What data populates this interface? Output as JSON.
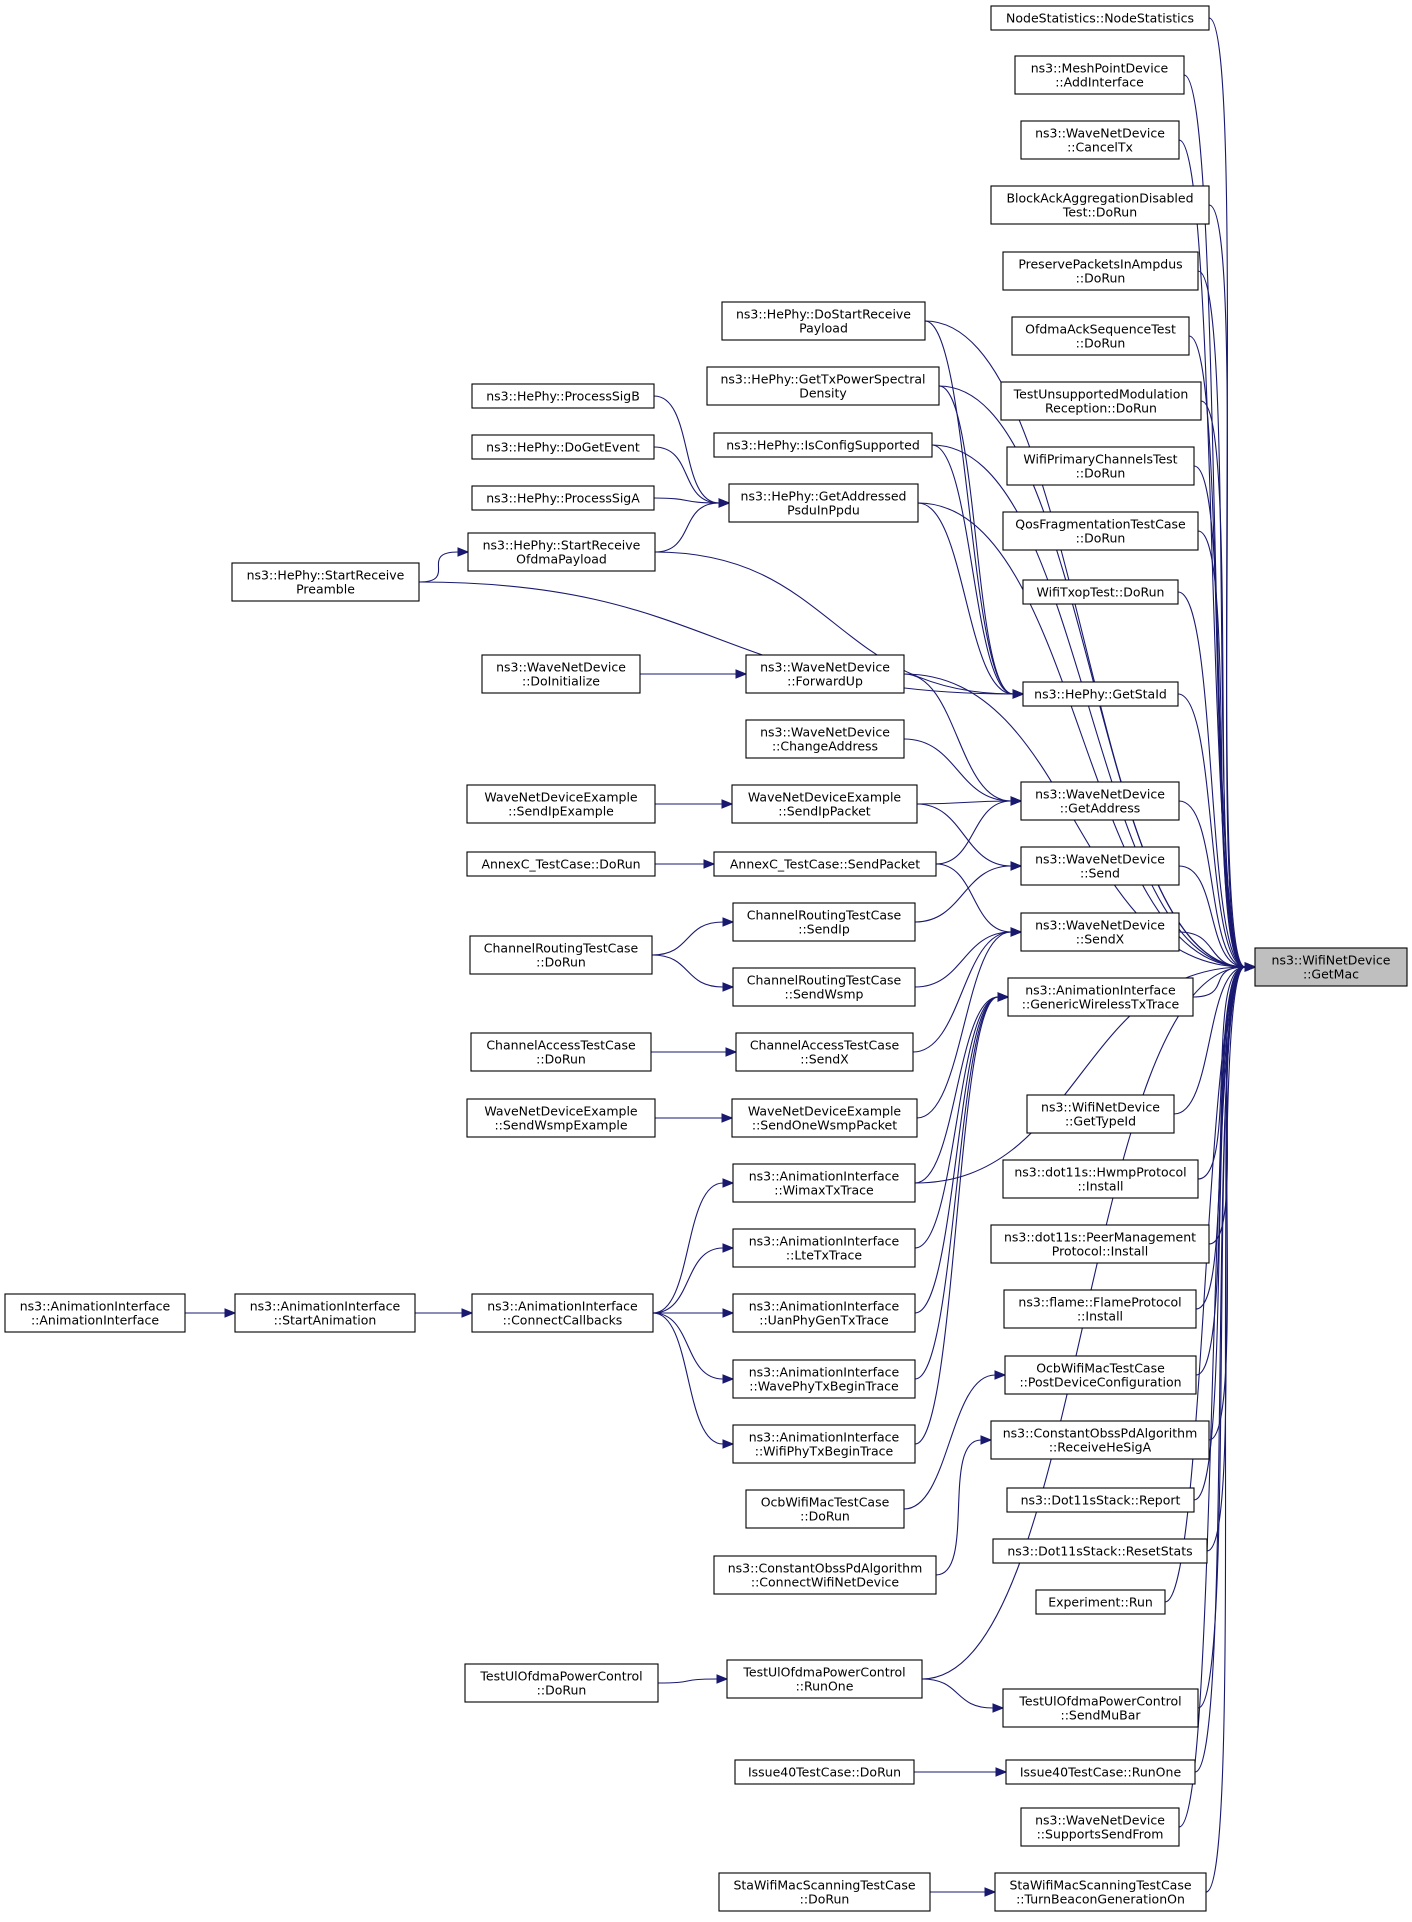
{
  "target": {
    "id": "target",
    "lines": [
      "ns3::WifiNetDevice",
      "::GetMac"
    ]
  },
  "nodes": [
    {
      "id": "node-statistics",
      "lines": [
        "NodeStatistics::NodeStatistics"
      ]
    },
    {
      "id": "mesh-add-interface",
      "lines": [
        "ns3::MeshPointDevice",
        "::AddInterface"
      ]
    },
    {
      "id": "wave-cancel-tx",
      "lines": [
        "ns3::WaveNetDevice",
        "::CancelTx"
      ]
    },
    {
      "id": "block-ack-agg",
      "lines": [
        "BlockAckAggregationDisabled",
        "Test::DoRun"
      ]
    },
    {
      "id": "preserve-packets",
      "lines": [
        "PreservePacketsInAmpdus",
        "::DoRun"
      ]
    },
    {
      "id": "ofdma-ack-seq",
      "lines": [
        "OfdmaAckSequenceTest",
        "::DoRun"
      ]
    },
    {
      "id": "test-unsupported-mod",
      "lines": [
        "TestUnsupportedModulation",
        "Reception::DoRun"
      ]
    },
    {
      "id": "wifi-primary-channels",
      "lines": [
        "WifiPrimaryChannelsTest",
        "::DoRun"
      ]
    },
    {
      "id": "qos-fragmentation",
      "lines": [
        "QosFragmentationTestCase",
        "::DoRun"
      ]
    },
    {
      "id": "wifi-txop-test",
      "lines": [
        "WifiTxopTest::DoRun"
      ]
    },
    {
      "id": "hephy-get-sta-id",
      "lines": [
        "ns3::HePhy::GetStaId"
      ]
    },
    {
      "id": "wave-get-address",
      "lines": [
        "ns3::WaveNetDevice",
        "::GetAddress"
      ]
    },
    {
      "id": "wave-send",
      "lines": [
        "ns3::WaveNetDevice",
        "::Send"
      ]
    },
    {
      "id": "wave-sendx",
      "lines": [
        "ns3::WaveNetDevice",
        "::SendX"
      ]
    },
    {
      "id": "anim-generic-wireless",
      "lines": [
        "ns3::AnimationInterface",
        "::GenericWirelessTxTrace"
      ]
    },
    {
      "id": "wifi-get-type-id",
      "lines": [
        "ns3::WifiNetDevice",
        "::GetTypeId"
      ]
    },
    {
      "id": "hwmp-install",
      "lines": [
        "ns3::dot11s::HwmpProtocol",
        "::Install"
      ]
    },
    {
      "id": "peer-mgmt-install",
      "lines": [
        "ns3::dot11s::PeerManagement",
        "Protocol::Install"
      ]
    },
    {
      "id": "flame-install",
      "lines": [
        "ns3::flame::FlameProtocol",
        "::Install"
      ]
    },
    {
      "id": "ocb-post-device-config",
      "lines": [
        "OcbWifiMacTestCase",
        "::PostDeviceConfiguration"
      ]
    },
    {
      "id": "constant-obss-receive",
      "lines": [
        "ns3::ConstantObssPdAlgorithm",
        "::ReceiveHeSigA"
      ]
    },
    {
      "id": "dot11s-report",
      "lines": [
        "ns3::Dot11sStack::Report"
      ]
    },
    {
      "id": "dot11s-reset-stats",
      "lines": [
        "ns3::Dot11sStack::ResetStats"
      ]
    },
    {
      "id": "experiment-run",
      "lines": [
        "Experiment::Run"
      ]
    },
    {
      "id": "ul-ofdma-send-mu-bar",
      "lines": [
        "TestUlOfdmaPowerControl",
        "::SendMuBar"
      ]
    },
    {
      "id": "issue40-run-one",
      "lines": [
        "Issue40TestCase::RunOne"
      ]
    },
    {
      "id": "wave-supports-send-from",
      "lines": [
        "ns3::WaveNetDevice",
        "::SupportsSendFrom"
      ]
    },
    {
      "id": "sta-turn-beacon",
      "lines": [
        "StaWifiMacScanningTestCase",
        "::TurnBeaconGenerationOn"
      ]
    },
    {
      "id": "hephy-do-start-receive",
      "lines": [
        "ns3::HePhy::DoStartReceive",
        "Payload"
      ]
    },
    {
      "id": "hephy-get-tx-power",
      "lines": [
        "ns3::HePhy::GetTxPowerSpectral",
        "Density"
      ]
    },
    {
      "id": "hephy-is-config",
      "lines": [
        "ns3::HePhy::IsConfigSupported"
      ]
    },
    {
      "id": "hephy-get-addressed",
      "lines": [
        "ns3::HePhy::GetAddressed",
        "PsduInPpdu"
      ]
    },
    {
      "id": "wave-forward-up",
      "lines": [
        "ns3::WaveNetDevice",
        "::ForwardUp"
      ]
    },
    {
      "id": "wave-change-address",
      "lines": [
        "ns3::WaveNetDevice",
        "::ChangeAddress"
      ]
    },
    {
      "id": "wave-example-send-ip-packet",
      "lines": [
        "WaveNetDeviceExample",
        "::SendIpPacket"
      ]
    },
    {
      "id": "annexc-send-packet",
      "lines": [
        "AnnexC_TestCase::SendPacket"
      ]
    },
    {
      "id": "channel-routing-send-ip",
      "lines": [
        "ChannelRoutingTestCase",
        "::SendIp"
      ]
    },
    {
      "id": "channel-routing-send-wsmp",
      "lines": [
        "ChannelRoutingTestCase",
        "::SendWsmp"
      ]
    },
    {
      "id": "channel-access-sendx",
      "lines": [
        "ChannelAccessTestCase",
        "::SendX"
      ]
    },
    {
      "id": "wave-example-send-one-wsmp",
      "lines": [
        "WaveNetDeviceExample",
        "::SendOneWsmpPacket"
      ]
    },
    {
      "id": "anim-wimax-tx",
      "lines": [
        "ns3::AnimationInterface",
        "::WimaxTxTrace"
      ]
    },
    {
      "id": "anim-lte-tx",
      "lines": [
        "ns3::AnimationInterface",
        "::LteTxTrace"
      ]
    },
    {
      "id": "anim-uan-phy",
      "lines": [
        "ns3::AnimationInterface",
        "::UanPhyGenTxTrace"
      ]
    },
    {
      "id": "anim-wave-phy",
      "lines": [
        "ns3::AnimationInterface",
        "::WavePhyTxBeginTrace"
      ]
    },
    {
      "id": "anim-wifi-phy",
      "lines": [
        "ns3::AnimationInterface",
        "::WifiPhyTxBeginTrace"
      ]
    },
    {
      "id": "ocb-do-run",
      "lines": [
        "OcbWifiMacTestCase",
        "::DoRun"
      ]
    },
    {
      "id": "constant-obss-connect",
      "lines": [
        "ns3::ConstantObssPdAlgorithm",
        "::ConnectWifiNetDevice"
      ]
    },
    {
      "id": "ul-ofdma-run-one",
      "lines": [
        "TestUlOfdmaPowerControl",
        "::RunOne"
      ]
    },
    {
      "id": "issue40-do-run",
      "lines": [
        "Issue40TestCase::DoRun"
      ]
    },
    {
      "id": "sta-do-run",
      "lines": [
        "StaWifiMacScanningTestCase",
        "::DoRun"
      ]
    },
    {
      "id": "hephy-process-sig-b",
      "lines": [
        "ns3::HePhy::ProcessSigB"
      ]
    },
    {
      "id": "hephy-do-get-event",
      "lines": [
        "ns3::HePhy::DoGetEvent"
      ]
    },
    {
      "id": "hephy-process-sig-a",
      "lines": [
        "ns3::HePhy::ProcessSigA"
      ]
    },
    {
      "id": "hephy-start-receive-ofdma",
      "lines": [
        "ns3::HePhy::StartReceive",
        "OfdmaPayload"
      ]
    },
    {
      "id": "wave-do-initialize",
      "lines": [
        "ns3::WaveNetDevice",
        "::DoInitialize"
      ]
    },
    {
      "id": "wave-example-send-ip-example",
      "lines": [
        "WaveNetDeviceExample",
        "::SendIpExample"
      ]
    },
    {
      "id": "annexc-do-run",
      "lines": [
        "AnnexC_TestCase::DoRun"
      ]
    },
    {
      "id": "channel-routing-do-run",
      "lines": [
        "ChannelRoutingTestCase",
        "::DoRun"
      ]
    },
    {
      "id": "channel-access-do-run",
      "lines": [
        "ChannelAccessTestCase",
        "::DoRun"
      ]
    },
    {
      "id": "wave-example-send-wsmp-example",
      "lines": [
        "WaveNetDeviceExample",
        "::SendWsmpExample"
      ]
    },
    {
      "id": "anim-connect-callbacks",
      "lines": [
        "ns3::AnimationInterface",
        "::ConnectCallbacks"
      ]
    },
    {
      "id": "ul-ofdma-do-run",
      "lines": [
        "TestUlOfdmaPowerControl",
        "::DoRun"
      ]
    },
    {
      "id": "hephy-start-receive-preamble",
      "lines": [
        "ns3::HePhy::StartReceive",
        "Preamble"
      ]
    },
    {
      "id": "anim-start-animation",
      "lines": [
        "ns3::AnimationInterface",
        "::StartAnimation"
      ]
    },
    {
      "id": "anim-ctor",
      "lines": [
        "ns3::AnimationInterface",
        "::AnimationInterface"
      ]
    }
  ],
  "edges": [
    [
      "node-statistics",
      "target"
    ],
    [
      "mesh-add-interface",
      "target"
    ],
    [
      "wave-cancel-tx",
      "target"
    ],
    [
      "block-ack-agg",
      "target"
    ],
    [
      "preserve-packets",
      "target"
    ],
    [
      "ofdma-ack-seq",
      "target"
    ],
    [
      "test-unsupported-mod",
      "target"
    ],
    [
      "wifi-primary-channels",
      "target"
    ],
    [
      "qos-fragmentation",
      "target"
    ],
    [
      "wifi-txop-test",
      "target"
    ],
    [
      "hephy-get-sta-id",
      "target"
    ],
    [
      "wave-get-address",
      "target"
    ],
    [
      "wave-send",
      "target"
    ],
    [
      "wave-sendx",
      "target"
    ],
    [
      "anim-generic-wireless",
      "target"
    ],
    [
      "wifi-get-type-id",
      "target"
    ],
    [
      "hwmp-install",
      "target"
    ],
    [
      "peer-mgmt-install",
      "target"
    ],
    [
      "flame-install",
      "target"
    ],
    [
      "ocb-post-device-config",
      "target"
    ],
    [
      "constant-obss-receive",
      "target"
    ],
    [
      "dot11s-report",
      "target"
    ],
    [
      "dot11s-reset-stats",
      "target"
    ],
    [
      "experiment-run",
      "target"
    ],
    [
      "ul-ofdma-send-mu-bar",
      "target"
    ],
    [
      "issue40-run-one",
      "target"
    ],
    [
      "wave-supports-send-from",
      "target"
    ],
    [
      "sta-turn-beacon",
      "target"
    ],
    [
      "hephy-do-start-receive",
      "target"
    ],
    [
      "hephy-get-tx-power",
      "target"
    ],
    [
      "hephy-is-config",
      "target"
    ],
    [
      "hephy-get-addressed",
      "target"
    ],
    [
      "wave-forward-up",
      "target"
    ],
    [
      "anim-wimax-tx",
      "target"
    ],
    [
      "ul-ofdma-run-one",
      "target"
    ],
    [
      "hephy-do-start-receive",
      "hephy-get-sta-id"
    ],
    [
      "hephy-get-tx-power",
      "hephy-get-sta-id"
    ],
    [
      "hephy-is-config",
      "hephy-get-sta-id"
    ],
    [
      "hephy-get-addressed",
      "hephy-get-sta-id"
    ],
    [
      "hephy-start-receive-ofdma",
      "hephy-get-sta-id"
    ],
    [
      "hephy-start-receive-preamble",
      "hephy-get-sta-id"
    ],
    [
      "hephy-process-sig-b",
      "hephy-get-addressed"
    ],
    [
      "hephy-do-get-event",
      "hephy-get-addressed"
    ],
    [
      "hephy-process-sig-a",
      "hephy-get-addressed"
    ],
    [
      "hephy-start-receive-ofdma",
      "hephy-get-addressed"
    ],
    [
      "hephy-start-receive-preamble",
      "hephy-start-receive-ofdma"
    ],
    [
      "wave-do-initialize",
      "wave-forward-up"
    ],
    [
      "wave-forward-up",
      "wave-get-address"
    ],
    [
      "wave-change-address",
      "wave-get-address"
    ],
    [
      "wave-example-send-ip-packet",
      "wave-get-address"
    ],
    [
      "annexc-send-packet",
      "wave-get-address"
    ],
    [
      "wave-example-send-ip-example",
      "wave-example-send-ip-packet"
    ],
    [
      "annexc-do-run",
      "annexc-send-packet"
    ],
    [
      "wave-example-send-ip-packet",
      "wave-send"
    ],
    [
      "channel-routing-send-ip",
      "wave-send"
    ],
    [
      "annexc-send-packet",
      "wave-sendx"
    ],
    [
      "channel-routing-send-wsmp",
      "wave-sendx"
    ],
    [
      "channel-access-sendx",
      "wave-sendx"
    ],
    [
      "wave-example-send-one-wsmp",
      "wave-sendx"
    ],
    [
      "channel-routing-do-run",
      "channel-routing-send-ip"
    ],
    [
      "channel-routing-do-run",
      "channel-routing-send-wsmp"
    ],
    [
      "channel-access-do-run",
      "channel-access-sendx"
    ],
    [
      "wave-example-send-wsmp-example",
      "wave-example-send-one-wsmp"
    ],
    [
      "anim-wimax-tx",
      "anim-generic-wireless"
    ],
    [
      "anim-lte-tx",
      "anim-generic-wireless"
    ],
    [
      "anim-uan-phy",
      "anim-generic-wireless"
    ],
    [
      "anim-wave-phy",
      "anim-generic-wireless"
    ],
    [
      "anim-wifi-phy",
      "anim-generic-wireless"
    ],
    [
      "anim-connect-callbacks",
      "anim-wimax-tx"
    ],
    [
      "anim-connect-callbacks",
      "anim-lte-tx"
    ],
    [
      "anim-connect-callbacks",
      "anim-uan-phy"
    ],
    [
      "anim-connect-callbacks",
      "anim-wave-phy"
    ],
    [
      "anim-connect-callbacks",
      "anim-wifi-phy"
    ],
    [
      "anim-start-animation",
      "anim-connect-callbacks"
    ],
    [
      "anim-ctor",
      "anim-start-animation"
    ],
    [
      "ocb-do-run",
      "ocb-post-device-config"
    ],
    [
      "constant-obss-connect",
      "constant-obss-receive"
    ],
    [
      "ul-ofdma-do-run",
      "ul-ofdma-run-one"
    ],
    [
      "ul-ofdma-run-one",
      "ul-ofdma-send-mu-bar"
    ],
    [
      "issue40-do-run",
      "issue40-run-one"
    ],
    [
      "sta-do-run",
      "sta-turn-beacon"
    ]
  ]
}
